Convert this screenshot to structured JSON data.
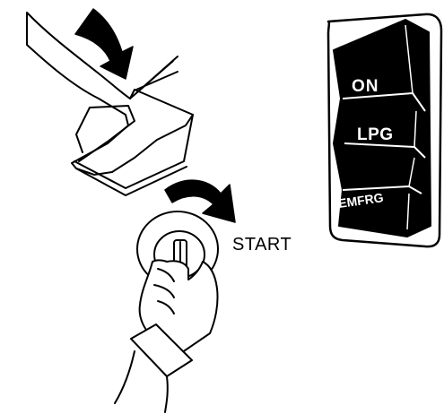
{
  "labels": {
    "start": "START",
    "switch_on": "ON",
    "switch_lpg": "LPG",
    "switch_emerg": "EMFRG"
  },
  "colors": {
    "ink": "#000000",
    "paper": "#ffffff"
  },
  "icons": {
    "pedal_press_arrow": "arrow-down-right-icon",
    "key_turn_arrow": "curved-arrow-clockwise-icon"
  }
}
